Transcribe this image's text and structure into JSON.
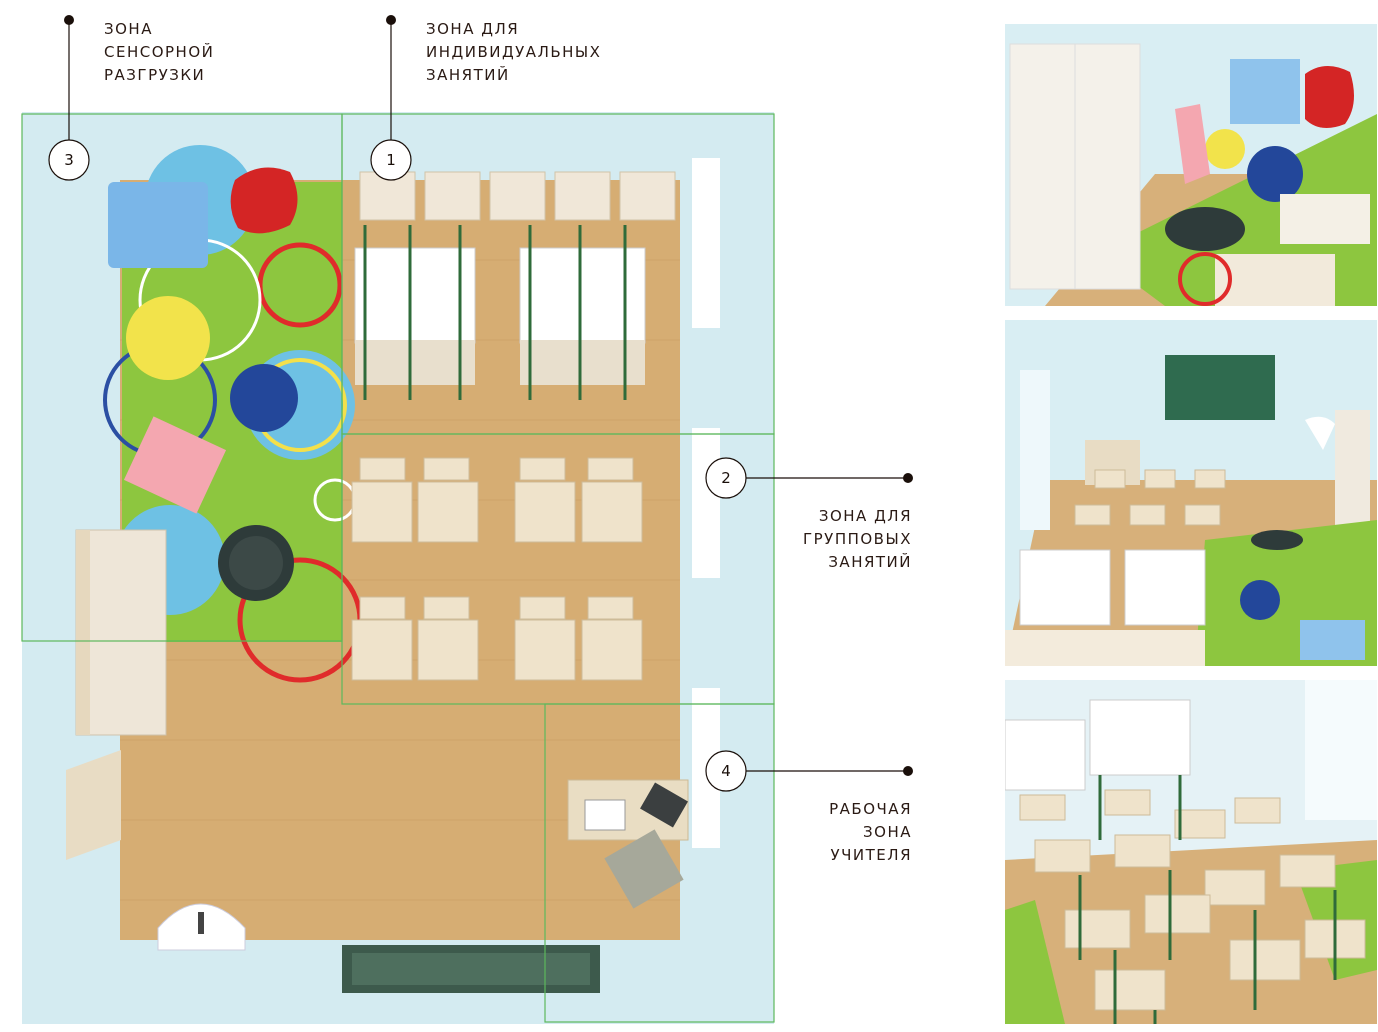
{
  "zones": [
    {
      "id": "1",
      "label": "ЗОНА ДЛЯ\nИНДИВИДУАЛЬНЫХ\nЗАНЯТИЙ"
    },
    {
      "id": "2",
      "label": "ЗОНА ДЛЯ\nГРУППОВЫХ\nЗАНЯТИЙ"
    },
    {
      "id": "3",
      "label": "ЗОНА\nСЕНСОРНОЙ\nРАЗГРУЗКИ"
    },
    {
      "id": "4",
      "label": "РАБОЧАЯ\nЗОНА\nУЧИТЕЛЯ"
    }
  ],
  "colors": {
    "wall": "#cfe8ef",
    "floor": "#d9b27a",
    "carpet": "#8cc63f",
    "zone_outline": "#5cb85c",
    "callout": "#1a0f0a",
    "board": "#2f6b4f"
  }
}
